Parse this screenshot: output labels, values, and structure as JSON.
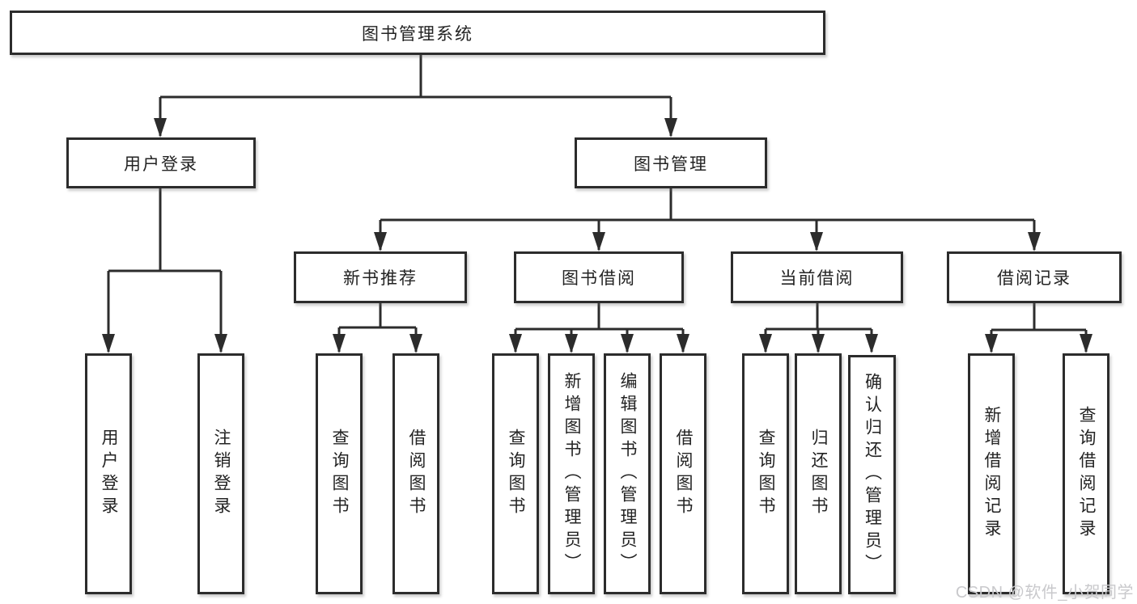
{
  "diagram_title": "图书管理系统",
  "nodes": {
    "root": {
      "label": "图书管理系统"
    },
    "branches": [
      {
        "label": "用户登录",
        "children": [
          {
            "label": "用户登录"
          },
          {
            "label": "注销登录"
          }
        ]
      },
      {
        "label": "图书管理",
        "children": [
          {
            "label": "新书推荐",
            "children": [
              {
                "label": "查询图书"
              },
              {
                "label": "借阅图书"
              }
            ]
          },
          {
            "label": "图书借阅",
            "children": [
              {
                "label": "查询图书"
              },
              {
                "label": "新增图书（管理员）"
              },
              {
                "label": "编辑图书（管理员）"
              },
              {
                "label": "借阅图书"
              }
            ]
          },
          {
            "label": "当前借阅",
            "children": [
              {
                "label": "查询图书"
              },
              {
                "label": "归还图书"
              },
              {
                "label": "确认归还（管理员）"
              }
            ]
          },
          {
            "label": "借阅记录",
            "children": [
              {
                "label": "新增借阅记录"
              },
              {
                "label": "查询借阅记录"
              }
            ]
          }
        ]
      }
    ]
  },
  "watermark": {
    "text": "CSDN @软件_小贺同学"
  },
  "colors": {
    "line": "#2c2c2c",
    "box_border": "#2c2c2c",
    "text": "#232323",
    "background": "#ffffff",
    "watermark": "#c9c9cc"
  }
}
